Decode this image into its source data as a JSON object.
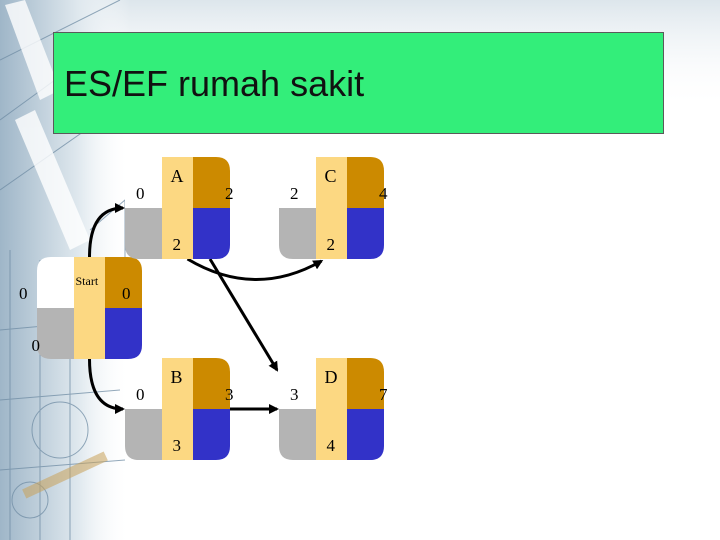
{
  "slide": {
    "title": "ES/EF rumah sakit"
  },
  "colors": {
    "title_bg": "#33ee7a",
    "node_gray": "#b4b4b4",
    "node_center": "#fcd882",
    "node_orange": "#cc8a00",
    "node_blue": "#3232c8",
    "arrow": "#000000"
  },
  "diagram": {
    "nodes": [
      {
        "id": "start",
        "name": "Start",
        "es": "0",
        "ef": "0",
        "duration": "0"
      },
      {
        "id": "A",
        "name": "A",
        "es": "0",
        "ef": "2",
        "duration": "2"
      },
      {
        "id": "B",
        "name": "B",
        "es": "0",
        "ef": "3",
        "duration": "3"
      },
      {
        "id": "C",
        "name": "C",
        "es": "2",
        "ef": "4",
        "duration": "2"
      },
      {
        "id": "D",
        "name": "D",
        "es": "3",
        "ef": "7",
        "duration": "4"
      }
    ],
    "edges": [
      {
        "from": "start",
        "to": "A"
      },
      {
        "from": "start",
        "to": "B"
      },
      {
        "from": "A",
        "to": "C"
      },
      {
        "from": "A",
        "to": "D"
      },
      {
        "from": "B",
        "to": "D"
      }
    ]
  }
}
